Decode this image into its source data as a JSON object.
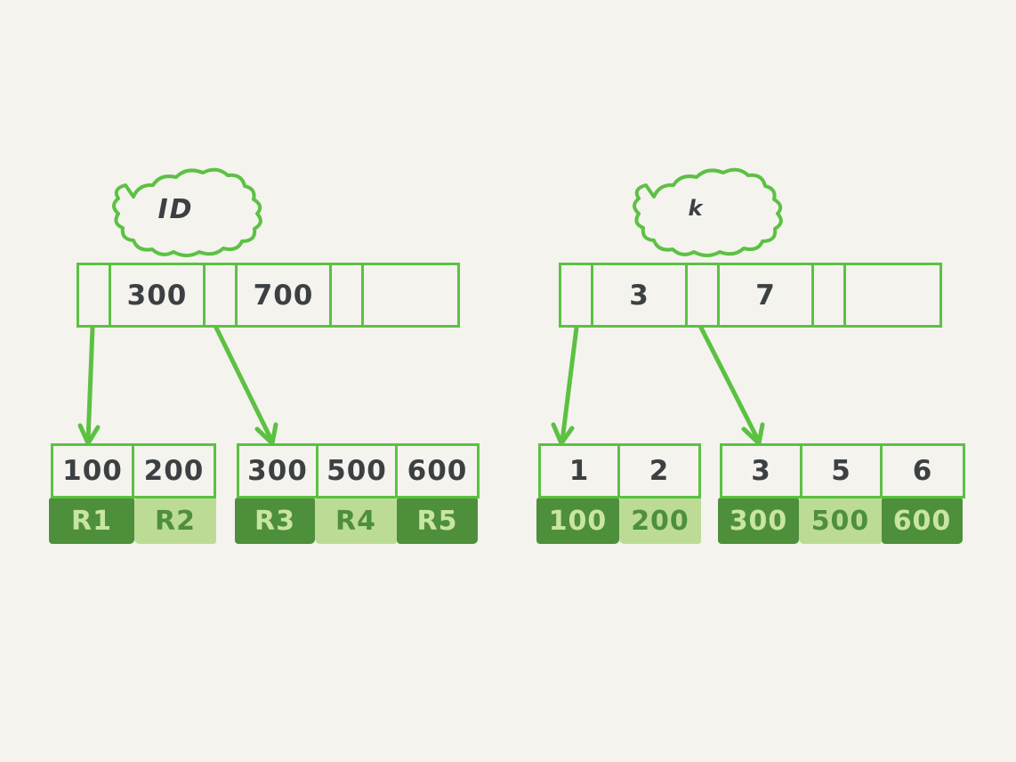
{
  "diagram": {
    "title": "B+tree primary and secondary index diagram",
    "background_color": "#f4f3ee",
    "stroke_color": "#5cc143",
    "ink_color": "#3c4043",
    "value_dark_color": "#4e8f3b",
    "value_light_color": "#bcdc95"
  },
  "trees": [
    {
      "name": "primary-index",
      "label": "ID",
      "root": {
        "name": "root-node-id",
        "cells": [
          {
            "type": "pointer",
            "text": ""
          },
          {
            "type": "key",
            "text": "300"
          },
          {
            "type": "pointer",
            "text": ""
          },
          {
            "type": "key",
            "text": "700"
          },
          {
            "type": "pointer",
            "text": ""
          },
          {
            "type": "empty",
            "text": ""
          }
        ]
      },
      "leaves": [
        {
          "name": "leaf-node-1",
          "keys": [
            "100",
            "200"
          ],
          "values": [
            "R1",
            "R2"
          ],
          "shades": [
            "dark",
            "light"
          ]
        },
        {
          "name": "leaf-node-2",
          "keys": [
            "300",
            "500",
            "600"
          ],
          "values": [
            "R3",
            "R4",
            "R5"
          ],
          "shades": [
            "dark",
            "light",
            "dark"
          ]
        }
      ]
    },
    {
      "name": "secondary-index",
      "label": "k",
      "root": {
        "name": "root-node-k",
        "cells": [
          {
            "type": "pointer",
            "text": ""
          },
          {
            "type": "key",
            "text": "3"
          },
          {
            "type": "pointer",
            "text": ""
          },
          {
            "type": "key",
            "text": "7"
          },
          {
            "type": "pointer",
            "text": ""
          },
          {
            "type": "empty",
            "text": ""
          }
        ]
      },
      "leaves": [
        {
          "name": "leaf-node-3",
          "keys": [
            "1",
            "2"
          ],
          "values": [
            "100",
            "200"
          ],
          "shades": [
            "dark",
            "light"
          ]
        },
        {
          "name": "leaf-node-4",
          "keys": [
            "3",
            "5",
            "6"
          ],
          "values": [
            "300",
            "500",
            "600"
          ],
          "shades": [
            "dark",
            "light",
            "dark"
          ]
        }
      ]
    }
  ]
}
